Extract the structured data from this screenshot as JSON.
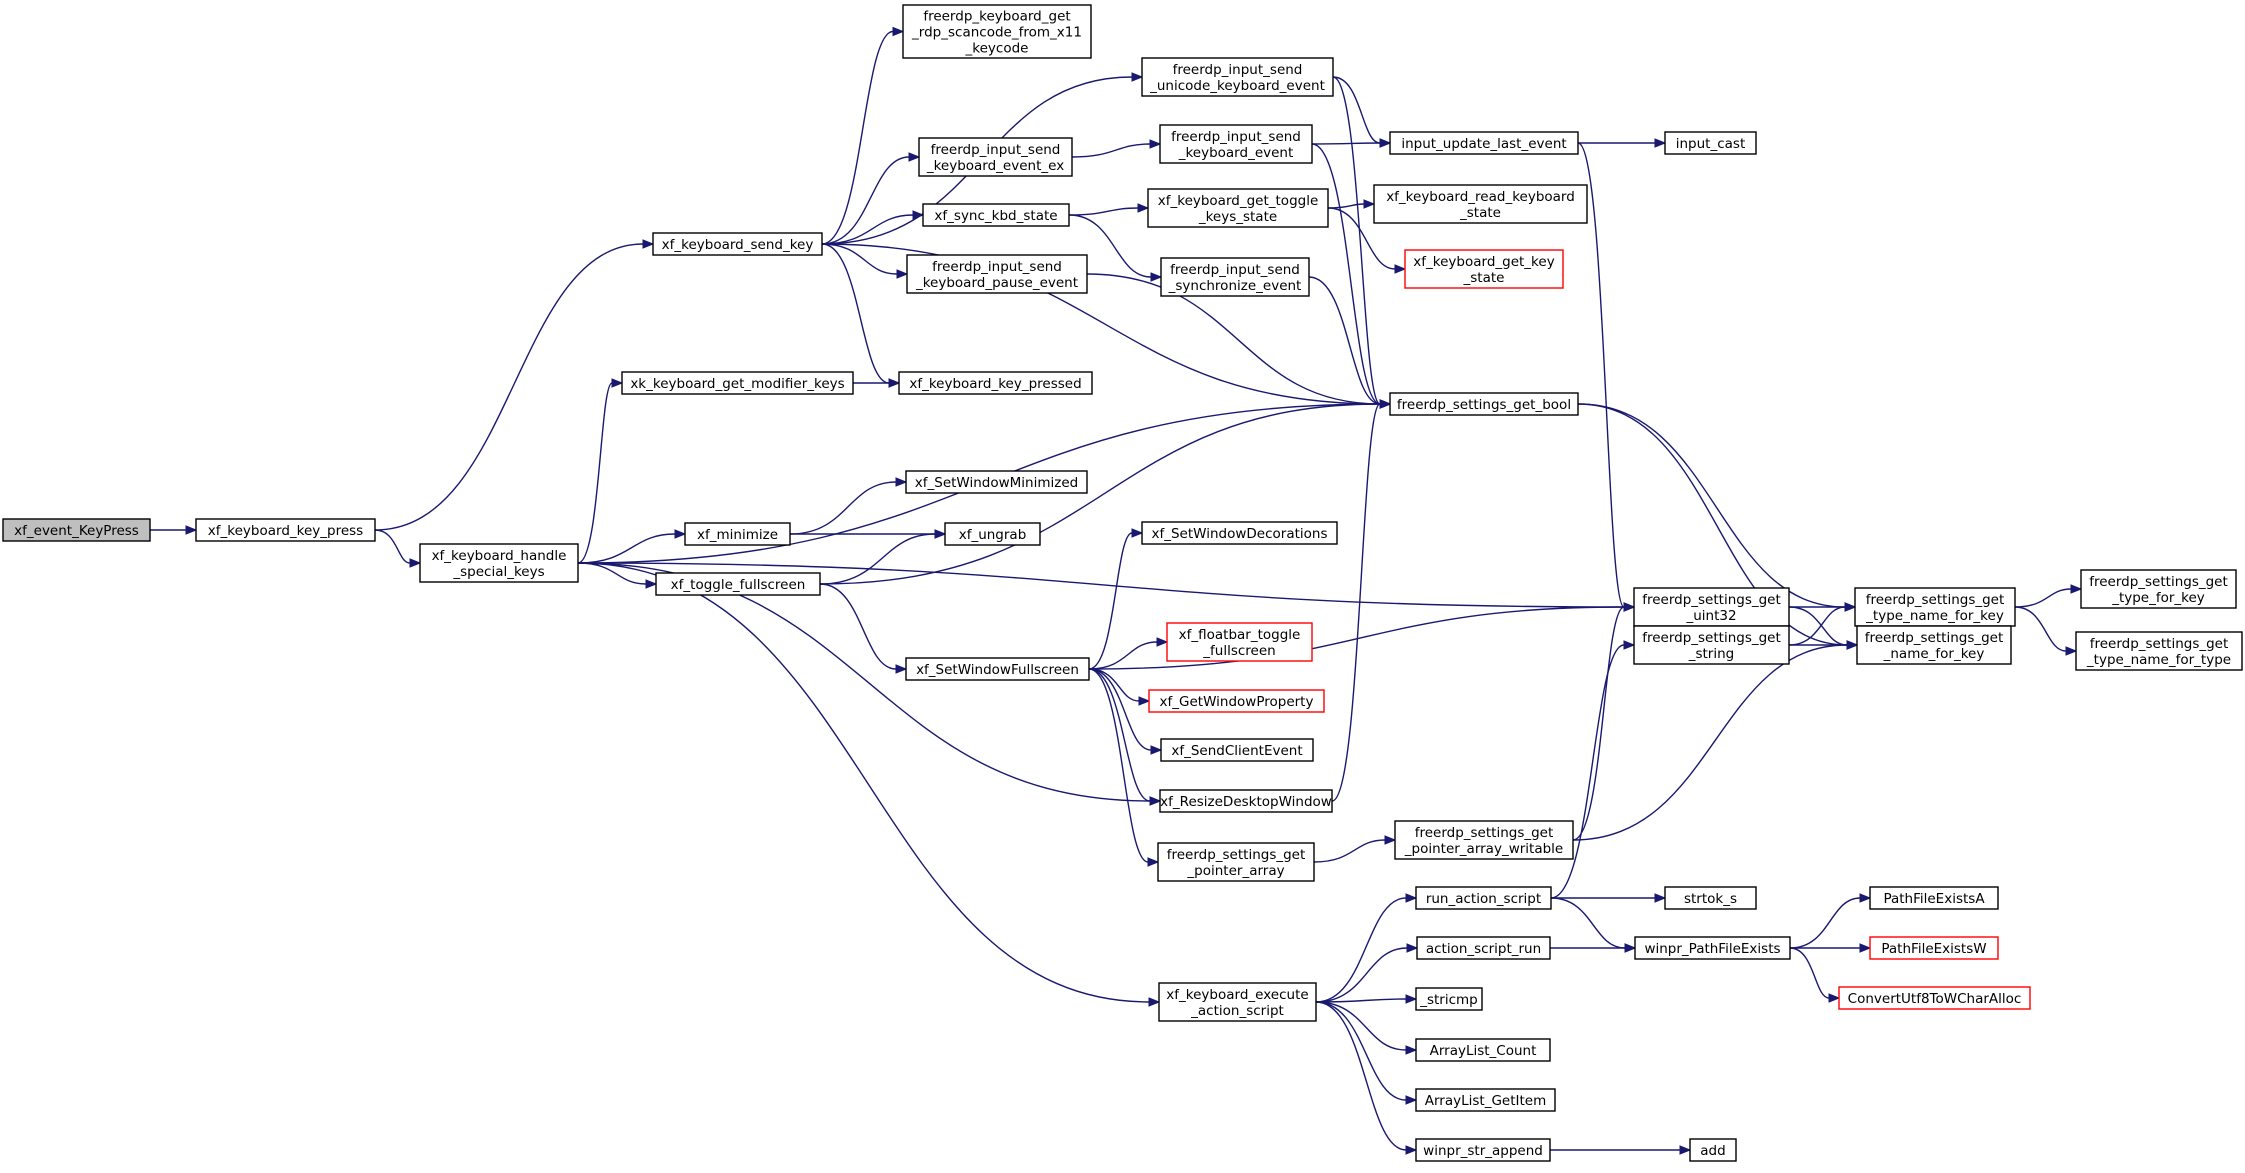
{
  "title": "",
  "nodes": [
    {
      "id": "n1",
      "lines": [
        "xf_event_KeyPress"
      ],
      "style": "grey"
    },
    {
      "id": "n2",
      "lines": [
        "xf_keyboard_key_press"
      ],
      "style": "normal"
    },
    {
      "id": "n3",
      "lines": [
        "xf_keyboard_handle",
        "_special_keys"
      ],
      "style": "normal"
    },
    {
      "id": "n4",
      "lines": [
        "xf_keyboard_send_key"
      ],
      "style": "normal"
    },
    {
      "id": "n5",
      "lines": [
        "freerdp_keyboard_get",
        "_rdp_scancode_from_x11",
        "_keycode"
      ],
      "style": "normal"
    },
    {
      "id": "n6",
      "lines": [
        "freerdp_input_send",
        "_unicode_keyboard_event"
      ],
      "style": "normal"
    },
    {
      "id": "n7",
      "lines": [
        "freerdp_input_send",
        "_keyboard_event_ex"
      ],
      "style": "normal"
    },
    {
      "id": "n8",
      "lines": [
        "freerdp_input_send",
        "_keyboard_event"
      ],
      "style": "normal"
    },
    {
      "id": "n9",
      "lines": [
        "input_update_last_event"
      ],
      "style": "normal"
    },
    {
      "id": "n10",
      "lines": [
        "input_cast"
      ],
      "style": "normal"
    },
    {
      "id": "n11",
      "lines": [
        "xf_sync_kbd_state"
      ],
      "style": "normal"
    },
    {
      "id": "n12",
      "lines": [
        "xf_keyboard_get_toggle",
        "_keys_state"
      ],
      "style": "normal"
    },
    {
      "id": "n13",
      "lines": [
        "xf_keyboard_read_keyboard",
        "_state"
      ],
      "style": "normal"
    },
    {
      "id": "n14",
      "lines": [
        "xf_keyboard_get_key",
        "_state"
      ],
      "style": "red"
    },
    {
      "id": "n15",
      "lines": [
        "freerdp_input_send",
        "_keyboard_pause_event"
      ],
      "style": "normal"
    },
    {
      "id": "n16",
      "lines": [
        "freerdp_input_send",
        "_synchronize_event"
      ],
      "style": "normal"
    },
    {
      "id": "n17",
      "lines": [
        "xk_keyboard_get_modifier_keys"
      ],
      "style": "normal"
    },
    {
      "id": "n18",
      "lines": [
        "xf_keyboard_key_pressed"
      ],
      "style": "normal"
    },
    {
      "id": "n19",
      "lines": [
        "freerdp_settings_get_bool"
      ],
      "style": "normal"
    },
    {
      "id": "n20",
      "lines": [
        "xf_SetWindowMinimized"
      ],
      "style": "normal"
    },
    {
      "id": "n21",
      "lines": [
        "xf_minimize"
      ],
      "style": "normal"
    },
    {
      "id": "n22",
      "lines": [
        "xf_ungrab"
      ],
      "style": "normal"
    },
    {
      "id": "n23",
      "lines": [
        "xf_toggle_fullscreen"
      ],
      "style": "normal"
    },
    {
      "id": "n24",
      "lines": [
        "xf_SetWindowDecorations"
      ],
      "style": "normal"
    },
    {
      "id": "n25",
      "lines": [
        "xf_floatbar_toggle",
        "_fullscreen"
      ],
      "style": "red"
    },
    {
      "id": "n26",
      "lines": [
        "xf_SetWindowFullscreen"
      ],
      "style": "normal"
    },
    {
      "id": "n27",
      "lines": [
        "xf_GetWindowProperty"
      ],
      "style": "red"
    },
    {
      "id": "n28",
      "lines": [
        "xf_SendClientEvent"
      ],
      "style": "normal"
    },
    {
      "id": "n29",
      "lines": [
        "xf_ResizeDesktopWindow"
      ],
      "style": "normal"
    },
    {
      "id": "n30",
      "lines": [
        "freerdp_settings_get",
        "_pointer_array"
      ],
      "style": "normal"
    },
    {
      "id": "n31",
      "lines": [
        "freerdp_settings_get",
        "_pointer_array_writable"
      ],
      "style": "normal"
    },
    {
      "id": "n32",
      "lines": [
        "freerdp_settings_get",
        "_uint32"
      ],
      "style": "normal"
    },
    {
      "id": "n33",
      "lines": [
        "freerdp_settings_get",
        "_string"
      ],
      "style": "normal"
    },
    {
      "id": "n34",
      "lines": [
        "freerdp_settings_get",
        "_type_name_for_key"
      ],
      "style": "normal"
    },
    {
      "id": "n35",
      "lines": [
        "freerdp_settings_get",
        "_name_for_key"
      ],
      "style": "normal"
    },
    {
      "id": "n36",
      "lines": [
        "freerdp_settings_get",
        "_type_for_key"
      ],
      "style": "normal"
    },
    {
      "id": "n37",
      "lines": [
        "freerdp_settings_get",
        "_type_name_for_type"
      ],
      "style": "normal"
    },
    {
      "id": "n38",
      "lines": [
        "run_action_script"
      ],
      "style": "normal"
    },
    {
      "id": "n39",
      "lines": [
        "strtok_s"
      ],
      "style": "normal"
    },
    {
      "id": "n40",
      "lines": [
        "action_script_run"
      ],
      "style": "normal"
    },
    {
      "id": "n41",
      "lines": [
        "winpr_PathFileExists"
      ],
      "style": "normal"
    },
    {
      "id": "n42",
      "lines": [
        "PathFileExistsA"
      ],
      "style": "normal"
    },
    {
      "id": "n43",
      "lines": [
        "PathFileExistsW"
      ],
      "style": "red"
    },
    {
      "id": "n44",
      "lines": [
        "ConvertUtf8ToWCharAlloc"
      ],
      "style": "red"
    },
    {
      "id": "n45",
      "lines": [
        "xf_keyboard_execute",
        "_action_script"
      ],
      "style": "normal"
    },
    {
      "id": "n46",
      "lines": [
        "_stricmp"
      ],
      "style": "normal"
    },
    {
      "id": "n47",
      "lines": [
        "ArrayList_Count"
      ],
      "style": "normal"
    },
    {
      "id": "n48",
      "lines": [
        "ArrayList_GetItem"
      ],
      "style": "normal"
    },
    {
      "id": "n49",
      "lines": [
        "winpr_str_append"
      ],
      "style": "normal"
    },
    {
      "id": "n50",
      "lines": [
        "add"
      ],
      "style": "normal"
    }
  ],
  "edges": [
    [
      "n1",
      "n2"
    ],
    [
      "n2",
      "n4"
    ],
    [
      "n2",
      "n3"
    ],
    [
      "n4",
      "n5"
    ],
    [
      "n4",
      "n6"
    ],
    [
      "n4",
      "n7"
    ],
    [
      "n4",
      "n11"
    ],
    [
      "n4",
      "n15"
    ],
    [
      "n4",
      "n18"
    ],
    [
      "n4",
      "n19"
    ],
    [
      "n6",
      "n9"
    ],
    [
      "n6",
      "n19"
    ],
    [
      "n7",
      "n8"
    ],
    [
      "n8",
      "n9"
    ],
    [
      "n8",
      "n19"
    ],
    [
      "n9",
      "n10"
    ],
    [
      "n9",
      "n32"
    ],
    [
      "n11",
      "n12"
    ],
    [
      "n11",
      "n16"
    ],
    [
      "n12",
      "n13"
    ],
    [
      "n12",
      "n14"
    ],
    [
      "n15",
      "n19"
    ],
    [
      "n16",
      "n19"
    ],
    [
      "n3",
      "n17"
    ],
    [
      "n3",
      "n19"
    ],
    [
      "n3",
      "n21"
    ],
    [
      "n3",
      "n23"
    ],
    [
      "n3",
      "n29"
    ],
    [
      "n3",
      "n32"
    ],
    [
      "n3",
      "n45"
    ],
    [
      "n17",
      "n18"
    ],
    [
      "n21",
      "n20"
    ],
    [
      "n21",
      "n22"
    ],
    [
      "n23",
      "n22"
    ],
    [
      "n23",
      "n19"
    ],
    [
      "n23",
      "n26"
    ],
    [
      "n26",
      "n24"
    ],
    [
      "n26",
      "n25"
    ],
    [
      "n26",
      "n27"
    ],
    [
      "n26",
      "n28"
    ],
    [
      "n26",
      "n29"
    ],
    [
      "n26",
      "n30"
    ],
    [
      "n26",
      "n32"
    ],
    [
      "n29",
      "n19"
    ],
    [
      "n30",
      "n31"
    ],
    [
      "n31",
      "n32"
    ],
    [
      "n31",
      "n35"
    ],
    [
      "n19",
      "n34"
    ],
    [
      "n19",
      "n35"
    ],
    [
      "n32",
      "n34"
    ],
    [
      "n32",
      "n35"
    ],
    [
      "n33",
      "n34"
    ],
    [
      "n33",
      "n35"
    ],
    [
      "n34",
      "n36"
    ],
    [
      "n34",
      "n37"
    ],
    [
      "n45",
      "n38"
    ],
    [
      "n45",
      "n40"
    ],
    [
      "n45",
      "n46"
    ],
    [
      "n45",
      "n47"
    ],
    [
      "n45",
      "n48"
    ],
    [
      "n45",
      "n49"
    ],
    [
      "n38",
      "n33"
    ],
    [
      "n38",
      "n39"
    ],
    [
      "n38",
      "n41"
    ],
    [
      "n40",
      "n41"
    ],
    [
      "n41",
      "n42"
    ],
    [
      "n41",
      "n43"
    ],
    [
      "n41",
      "n44"
    ],
    [
      "n49",
      "n50"
    ]
  ],
  "colors": {
    "edge": "#191970",
    "node_border": "#000000",
    "highlight_border": "#ff0000",
    "root_fill": "#bfbfbf"
  }
}
